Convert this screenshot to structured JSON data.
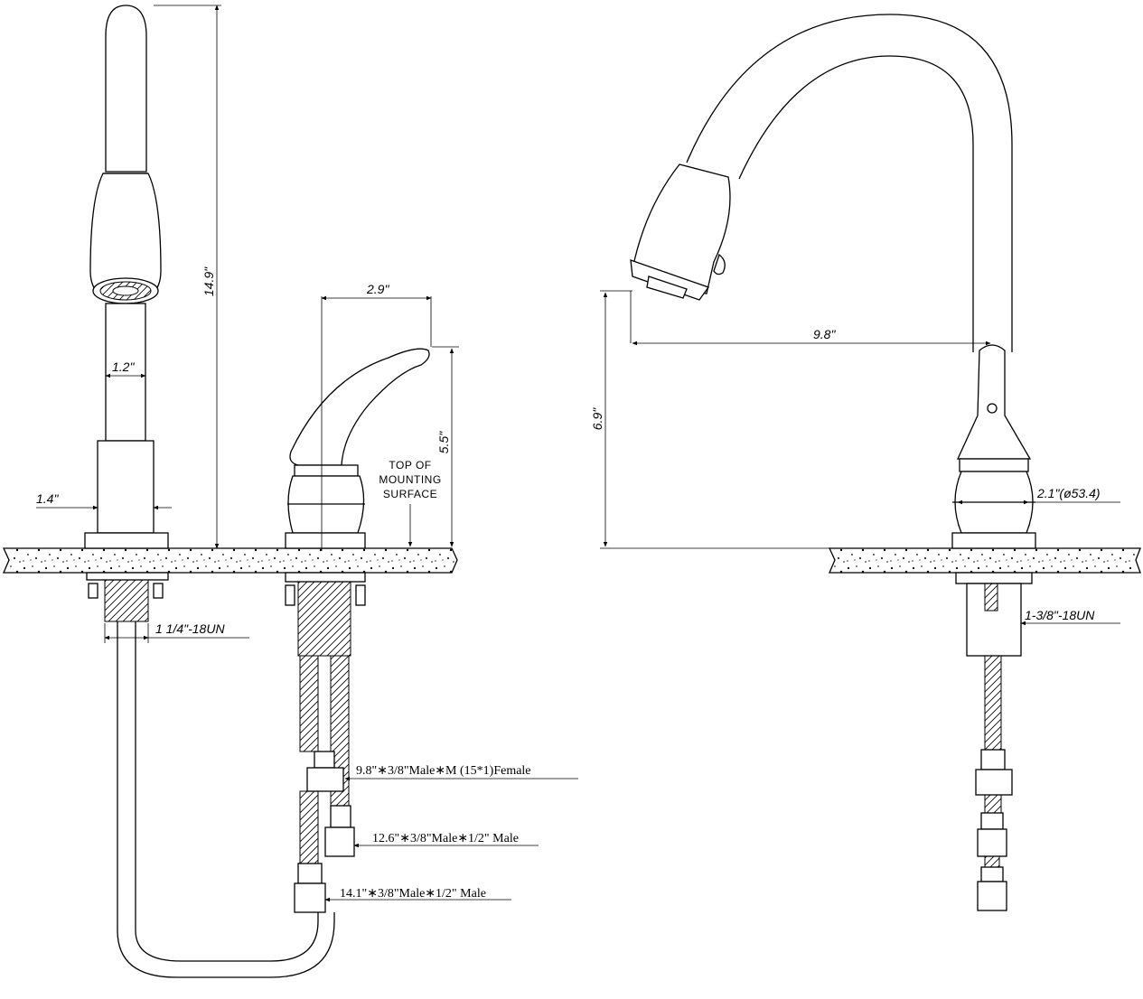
{
  "dimensions": {
    "overall_height": "14.9\"",
    "spout_diameter": "1.2\"",
    "base_width": "1.4\"",
    "handle_length": "2.9\"",
    "handle_height": "5.5\"",
    "reach": "9.8\"",
    "spout_clearance": "6.9\"",
    "body_diameter": "2.1\"(ø53.4)"
  },
  "threads": {
    "spout_shank": "1 1/4\"-18UN",
    "body_shank": "1-3/8\"-18UN"
  },
  "mounting_note": [
    "TOP OF",
    "MOUNTING",
    "SURFACE"
  ],
  "hoses": {
    "hose_a": "9.8\"∗3/8\"Male∗M (15*1)Female",
    "hose_b": "12.6\"∗3/8\"Male∗1/2\" Male",
    "hose_c": "14.1\"∗3/8\"Male∗1/2\" Male"
  }
}
